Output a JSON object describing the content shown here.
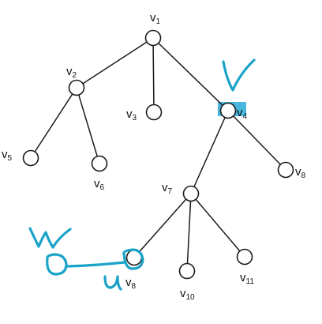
{
  "diagram": {
    "nodes": [
      {
        "id": "v1",
        "base": "v",
        "sub": "1"
      },
      {
        "id": "v2",
        "base": "v",
        "sub": "2"
      },
      {
        "id": "v3",
        "base": "v",
        "sub": "3"
      },
      {
        "id": "v4",
        "base": "v",
        "sub": "4"
      },
      {
        "id": "v5",
        "base": "v",
        "sub": "5"
      },
      {
        "id": "v6",
        "base": "v",
        "sub": "6"
      },
      {
        "id": "v8a",
        "base": "v",
        "sub": "8"
      },
      {
        "id": "v7",
        "base": "v",
        "sub": "7"
      },
      {
        "id": "v9",
        "base": "v",
        "sub": "8"
      },
      {
        "id": "v10",
        "base": "v",
        "sub": "10"
      },
      {
        "id": "v11",
        "base": "v",
        "sub": "11"
      }
    ],
    "edges": [
      [
        "v1",
        "v2"
      ],
      [
        "v1",
        "v3"
      ],
      [
        "v1",
        "v4"
      ],
      [
        "v2",
        "v5"
      ],
      [
        "v2",
        "v6"
      ],
      [
        "v4",
        "v7"
      ],
      [
        "v4",
        "v8a"
      ],
      [
        "v7",
        "v9"
      ],
      [
        "v7",
        "v10"
      ],
      [
        "v7",
        "v11"
      ]
    ]
  },
  "annotations": {
    "ink_color": "#1aa3c8",
    "letter_v": "V",
    "letter_w": "W",
    "letter_u": "u"
  }
}
